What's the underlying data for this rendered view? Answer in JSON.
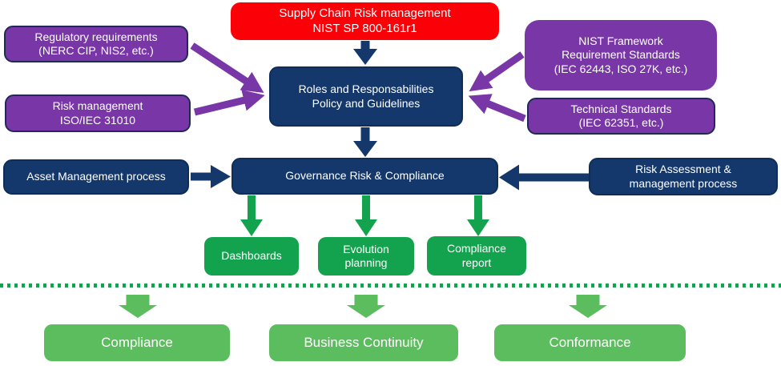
{
  "diagram": {
    "title_node": {
      "label": "Supply Chain Risk management\nNIST SP 800-161r1"
    },
    "left_inputs": [
      {
        "label": "Regulatory requirements\n(NERC CIP, NIS2, etc.)"
      },
      {
        "label": "Risk management\nISO/IEC 31010"
      }
    ],
    "right_inputs": [
      {
        "label": "NIST Framework\nRequirement Standards\n(IEC 62443, ISO 27K, etc.)"
      },
      {
        "label": "Technical Standards\n(IEC 62351, etc.)"
      }
    ],
    "policy_node": {
      "label": "Roles and Responsabilities\nPolicy and Guidelines"
    },
    "grc_row": {
      "left": {
        "label": "Asset Management process"
      },
      "center": {
        "label": "Governance Risk & Compliance"
      },
      "right": {
        "label": "Risk Assessment &\nmanagement process"
      }
    },
    "outputs": [
      {
        "label": "Dashboards"
      },
      {
        "label": "Evolution\nplanning"
      },
      {
        "label": "Compliance\nreport"
      }
    ],
    "outcomes": [
      {
        "label": "Compliance"
      },
      {
        "label": "Business Continuity"
      },
      {
        "label": "Conformance"
      }
    ],
    "colors": {
      "red": "#FB0007",
      "purple": "#7936A6",
      "navy": "#14386B",
      "navy_border": "#0F2D59",
      "purple_border": "#1F2A56",
      "green": "#13A24E",
      "light_green": "#5CBD5F",
      "background": "#FFFFFF",
      "text": "#FFFFFF"
    }
  }
}
